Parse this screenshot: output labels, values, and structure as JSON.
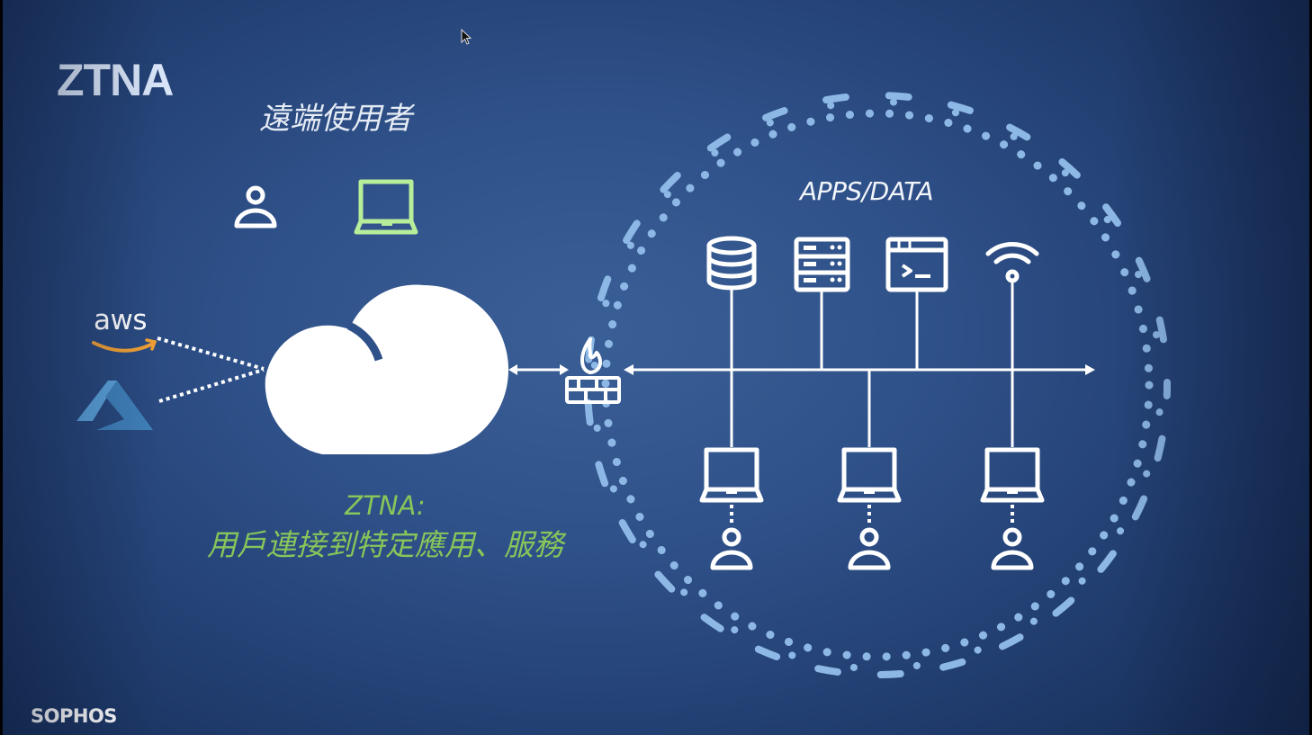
{
  "slide": {
    "title": "ZTNA",
    "remote_users_label": "遠端使用者",
    "apps_label": "APPS/DATA",
    "caption": {
      "line1": "ZTNA:",
      "line2": "用戶連接到特定應用、服務"
    },
    "cloud_providers": [
      {
        "name": "aws",
        "label": "aws",
        "icon": "aws-logo"
      },
      {
        "name": "azure",
        "label": "",
        "icon": "azure-logo"
      }
    ],
    "remote_icons": [
      "user-icon",
      "laptop-icon"
    ],
    "resources": [
      "database-icon",
      "server-icon",
      "terminal-window-icon",
      "wifi-icon"
    ],
    "endpoints": [
      {
        "device": "laptop-icon",
        "user": "user-icon"
      },
      {
        "device": "laptop-icon",
        "user": "user-icon"
      },
      {
        "device": "laptop-icon",
        "user": "user-icon"
      }
    ],
    "gateway_icon": "firewall-icon",
    "hub_icon": "cloud-icon",
    "brand": "SOPHOS"
  },
  "colors": {
    "background_center": "#3a5f96",
    "background_edge": "#142a52",
    "title": "#d8e4f7",
    "caption_green": "#86c65a",
    "laptop_green": "#b6ee9a",
    "perimeter_dots": "#8db8e6",
    "aws_orange": "#f0a035",
    "azure_light": "#5aa0d8",
    "azure_dark": "#3f7fb8",
    "line_white": "#ffffff"
  }
}
